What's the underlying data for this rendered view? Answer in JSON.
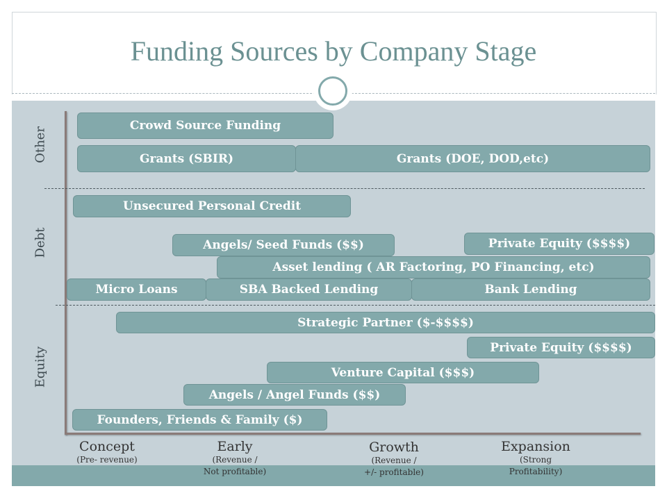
{
  "slide": {
    "title": "Funding Sources by Company Stage",
    "accent_color": "#83a9ab"
  },
  "rows": {
    "other": "Other",
    "debt": "Debt",
    "equity": "Equity"
  },
  "bars": {
    "crowd_source": "Crowd Source Funding",
    "grants_sbir": "Grants (SBIR)",
    "grants_doe": "Grants (DOE, DOD,etc)",
    "unsecured_credit": "Unsecured Personal Credit",
    "angels_seed": "Angels/ Seed Funds ($$)",
    "private_equity_debt": "Private Equity ($$$$)",
    "asset_lending": "Asset lending ( AR Factoring, PO Financing, etc)",
    "micro_loans": "Micro Loans",
    "sba_lending": "SBA Backed Lending",
    "bank_lending": "Bank Lending",
    "strategic_partner": "Strategic Partner ($-$$$$)",
    "private_equity_equity": "Private Equity ($$$$)",
    "venture_capital": "Venture Capital ($$$)",
    "angel_funds": "Angels / Angel Funds ($$)",
    "founders": "Founders, Friends & Family ($)"
  },
  "stages": {
    "concept": {
      "name": "Concept",
      "sub1": "(Pre- revenue)",
      "sub2": ""
    },
    "early": {
      "name": "Early",
      "sub1": "(Revenue /",
      "sub2": "Not profitable)"
    },
    "growth": {
      "name": "Growth",
      "sub1": "(Revenue /",
      "sub2": "+/- profitable)"
    },
    "expansion": {
      "name": "Expansion",
      "sub1": "(Strong",
      "sub2": "Profitability)"
    }
  }
}
